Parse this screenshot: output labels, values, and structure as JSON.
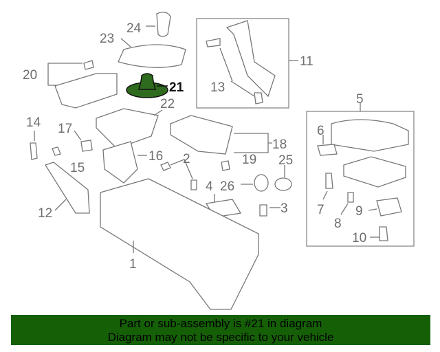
{
  "diagram": {
    "callouts": {
      "c1": "1",
      "c2": "2",
      "c3": "3",
      "c4": "4",
      "c5": "5",
      "c6": "6",
      "c7": "7",
      "c8": "8",
      "c9": "9",
      "c10": "10",
      "c11": "11",
      "c12": "12",
      "c13": "13",
      "c14": "14",
      "c15": "15",
      "c16": "16",
      "c17": "17",
      "c18": "18",
      "c19": "19",
      "c20": "20",
      "c21": "21",
      "c22": "22",
      "c23": "23",
      "c24": "24",
      "c25": "25",
      "c26": "26"
    },
    "highlighted_part": "21",
    "highlight_color": "#2f6b1f"
  },
  "banner": {
    "line1": "Part or sub-assembly is #21 in diagram",
    "line2": "Diagram may not be specific to your vehicle",
    "background": "#156007"
  }
}
